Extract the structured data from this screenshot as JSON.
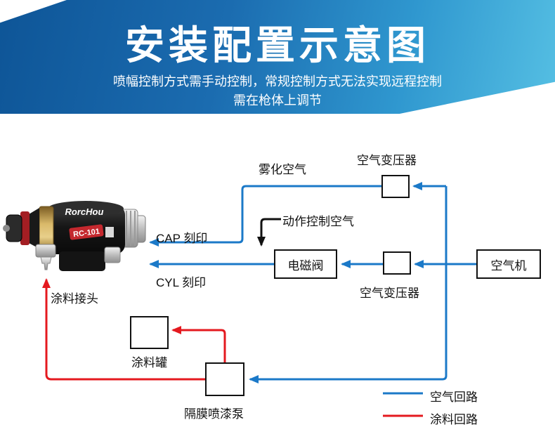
{
  "header": {
    "title": "安装配置示意图",
    "subtitle_line1": "喷幅控制方式需手动控制，常规控制方式无法实现远程控制",
    "subtitle_line2": "需在枪体上调节"
  },
  "gun": {
    "brand": "RorcHou",
    "model": "RC-101"
  },
  "labels": {
    "atomizing_air": "雾化空气",
    "air_transformer_top": "空气变压器",
    "action_control_air": "动作控制空气",
    "cap_mark": "CAP 刻印",
    "cyl_mark": "CYL 刻印",
    "solenoid_valve": "电磁阀",
    "air_compressor": "空气机",
    "air_transformer_bottom": "空气变压器",
    "paint_connector": "涂料接头",
    "paint_tank": "涂料罐",
    "diaphragm_pump": "隔膜喷漆泵"
  },
  "legend": {
    "air": {
      "label": "空气回路",
      "color": "#1b79c8"
    },
    "paint": {
      "label": "涂料回路",
      "color": "#e4191f"
    }
  },
  "colors": {
    "air_line": "#1b79c8",
    "paint_line": "#e4191f",
    "control_line": "#111111",
    "banner_dark": "#0e5597",
    "banner_light": "#55bfe3"
  }
}
